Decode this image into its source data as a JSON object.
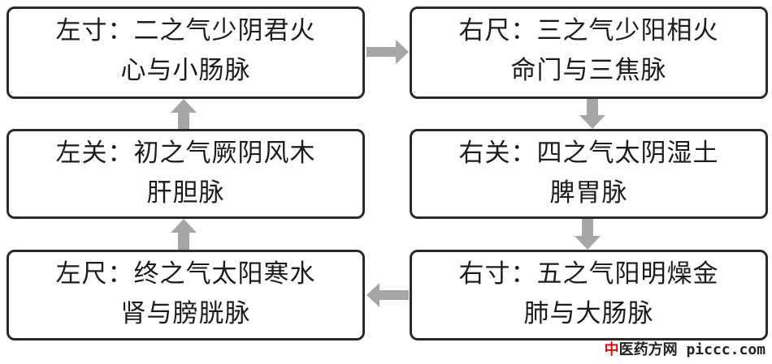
{
  "boxes": {
    "left_cun": {
      "line1": "左寸：二之气少阴君火",
      "line2": "心与小肠脉"
    },
    "left_guan": {
      "line1": "左关：初之气厥阴风木",
      "line2": "肝胆脉"
    },
    "left_chi": {
      "line1": "左尺：终之气太阳寒水",
      "line2": "肾与膀胱脉"
    },
    "right_chi": {
      "line1": "右尺：三之气少阳相火",
      "line2": "命门与三焦脉"
    },
    "right_guan": {
      "line1": "右关：四之气太阴湿土",
      "line2": "脾胃脉"
    },
    "right_cun": {
      "line1": "右寸：五之气阳明燥金",
      "line2": "肺与大肠脉"
    }
  },
  "watermark": {
    "cn_first": "中",
    "cn_rest": "医药方网",
    "url": " piccc.com"
  },
  "colors": {
    "arrow": "#a6a6a6",
    "border": "#2a2a2a",
    "text": "#1c1c1c",
    "watermark_accent": "#d41010"
  }
}
